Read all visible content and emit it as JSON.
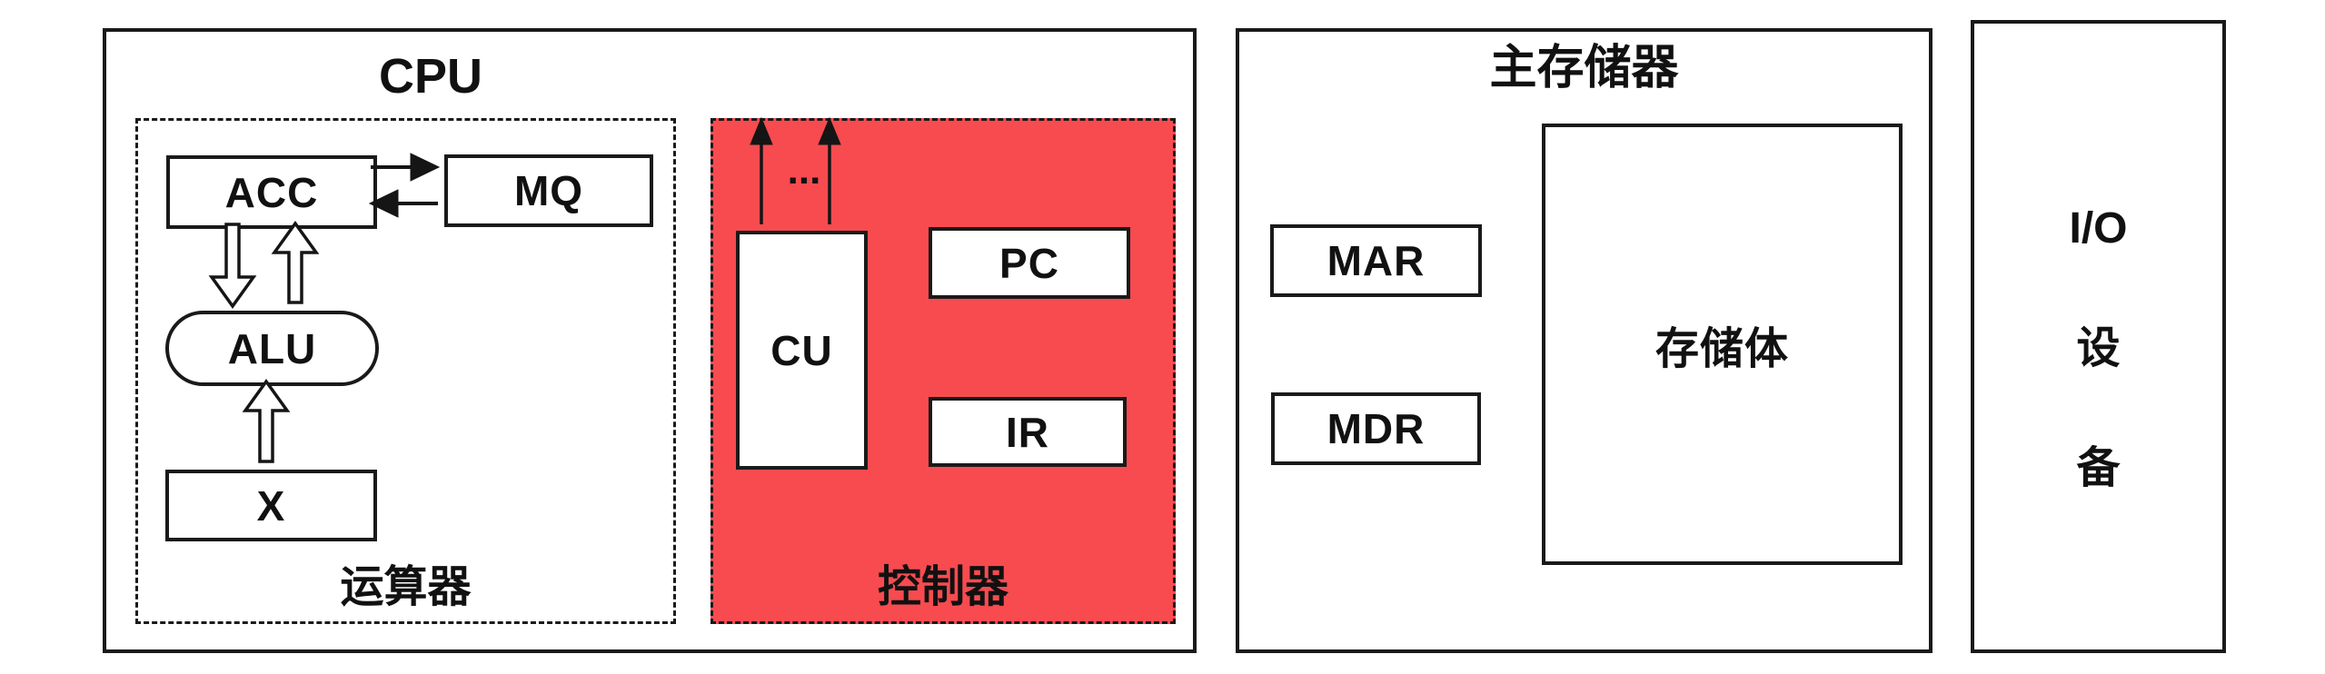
{
  "diagram": {
    "cpu": {
      "title": "CPU",
      "arithmetic_unit": {
        "label": "运算器",
        "boxes": {
          "acc": "ACC",
          "mq": "MQ",
          "alu": "ALU",
          "x": "X"
        }
      },
      "control_unit": {
        "label": "控制器",
        "ellipsis": "...",
        "boxes": {
          "cu": "CU",
          "pc": "PC",
          "ir": "IR"
        }
      }
    },
    "main_memory": {
      "title": "主存储器",
      "boxes": {
        "mar": "MAR",
        "mdr": "MDR",
        "storage": "存储体"
      }
    },
    "io": {
      "lines": [
        "I/O",
        "设",
        "备"
      ]
    },
    "colors": {
      "line": "#1a1a1a",
      "highlight": "#f74b50",
      "background": "#ffffff"
    }
  }
}
